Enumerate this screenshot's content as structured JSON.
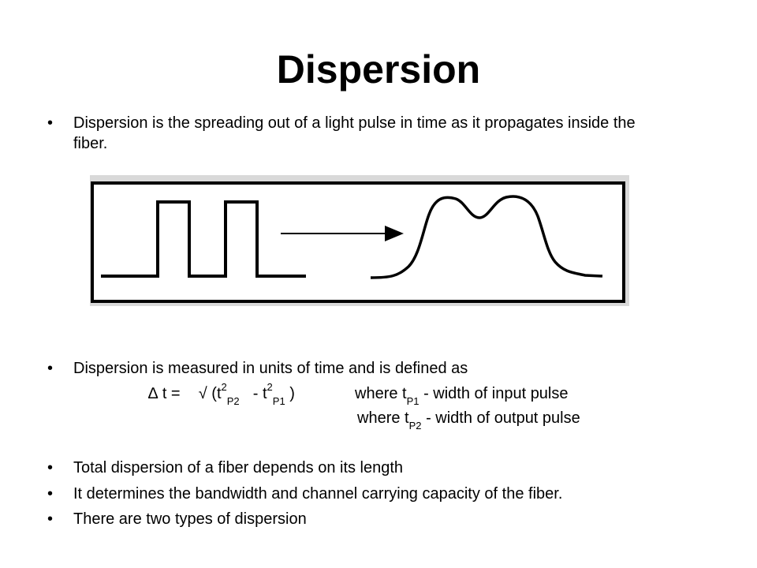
{
  "slide": {
    "title": "Dispersion",
    "bullets": [
      "Dispersion is the spreading out of a light pulse in time as it propagates inside the fiber.",
      "Dispersion is measured in units of time and is defined as",
      "Total dispersion of a fiber depends on its length",
      "It determines the bandwidth and channel carrying capacity of the fiber.",
      "There are two types of dispersion"
    ],
    "equation": {
      "delta_symbol": "∆",
      "lhs": "t =",
      "sqrt_symbol": "√",
      "open": "(t",
      "sq": "2",
      "p2": "P2",
      "minus": "- t",
      "p1": "P1",
      "close": ")"
    },
    "where_lines": [
      {
        "prefix": "where t",
        "sub": "P1",
        "suffix": "- width of input pulse"
      },
      {
        "prefix": "where t",
        "sub": "P2",
        "suffix": "- width of output pulse"
      }
    ],
    "bullet_char": "•"
  }
}
